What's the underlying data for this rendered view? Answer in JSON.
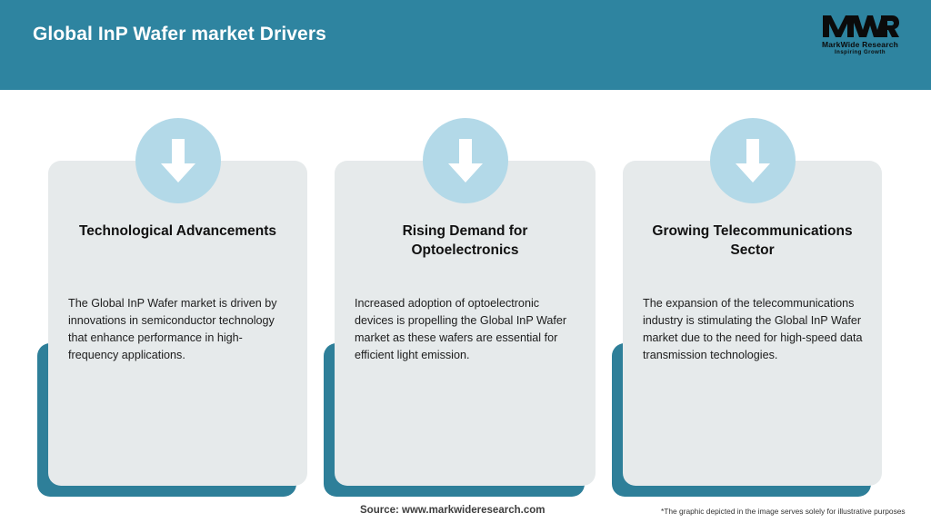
{
  "header": {
    "title": "Global InP Wafer market Drivers",
    "background_color": "#2e84a0",
    "logo": {
      "mark": "MWR",
      "name": "MarkWide Research",
      "tagline": "Inspiring Growth"
    }
  },
  "cards": [
    {
      "icon": "down-arrow-icon",
      "title": "Technological Advancements",
      "body": "The Global InP Wafer market is driven by innovations in semiconductor technology that enhance performance in high-frequency applications."
    },
    {
      "icon": "down-arrow-icon",
      "title": "Rising Demand for Optoelectronics",
      "body": "Increased adoption of optoelectronic devices is propelling the Global InP Wafer market as these wafers are essential for efficient light emission."
    },
    {
      "icon": "down-arrow-icon",
      "title": "Growing Telecommunications Sector",
      "body": "The expansion of the telecommunications industry is stimulating the Global InP Wafer market due to the need for high-speed data transmission technologies."
    }
  ],
  "footer": {
    "source": "Source: www.markwideresearch.com",
    "disclaimer": "*The graphic depicted in the image serves solely for illustrative purposes"
  },
  "colors": {
    "header_teal": "#2e84a0",
    "plate_teal": "#2e7f99",
    "card_gray": "#e6eaeb",
    "icon_blue": "#b3d9e8",
    "arrow_white": "#ffffff"
  }
}
